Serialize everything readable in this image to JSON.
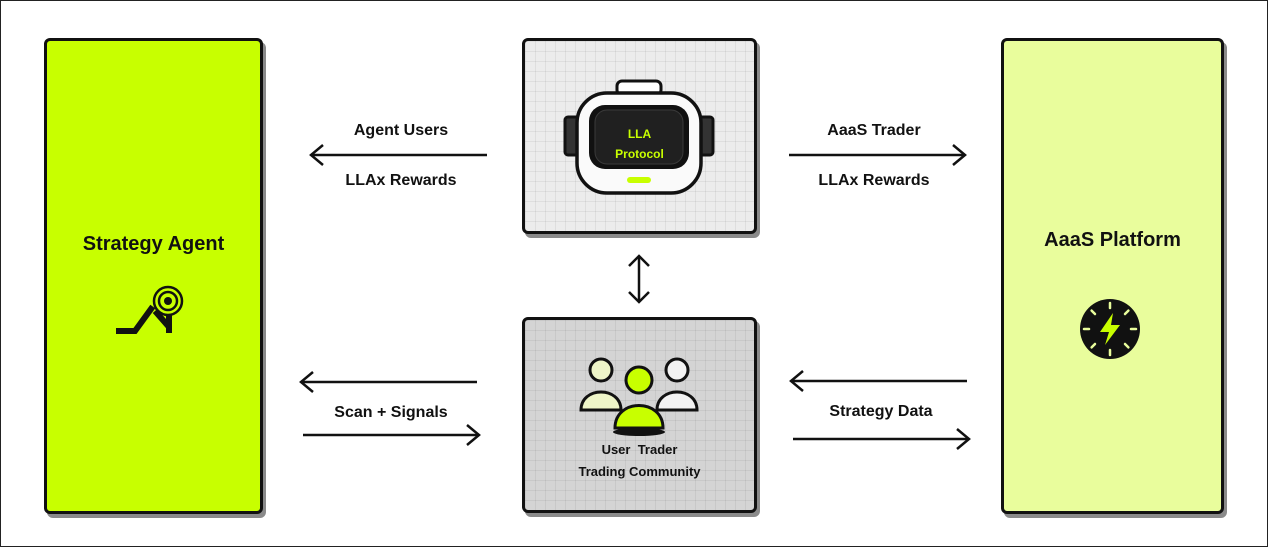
{
  "left_panel": {
    "title": "Strategy Agent",
    "icon": "strategy-signal-icon",
    "color": "#c8ff00"
  },
  "right_panel": {
    "title": "AaaS Platform",
    "icon": "lightning-clock-icon",
    "color": "#e9fd9c"
  },
  "top_box": {
    "line1": "LLA",
    "line2": "Protocol",
    "icon": "robot-head-icon",
    "color": "#ececec"
  },
  "bottom_box": {
    "line1": "User  Trader",
    "line2": "Trading Community",
    "icon": "users-group-icon",
    "color": "#d4d4d4"
  },
  "arrows": {
    "top_left": {
      "top_label": "Agent Users",
      "bottom_label": "LLAx Rewards"
    },
    "top_right": {
      "top_label": "AaaS Trader",
      "bottom_label": "LLAx Rewards"
    },
    "bottom_left": {
      "label": "Scan + Signals"
    },
    "bottom_right": {
      "label": "Strategy Data"
    }
  },
  "colors": {
    "accent": "#c8ff00",
    "outline": "#111111"
  }
}
